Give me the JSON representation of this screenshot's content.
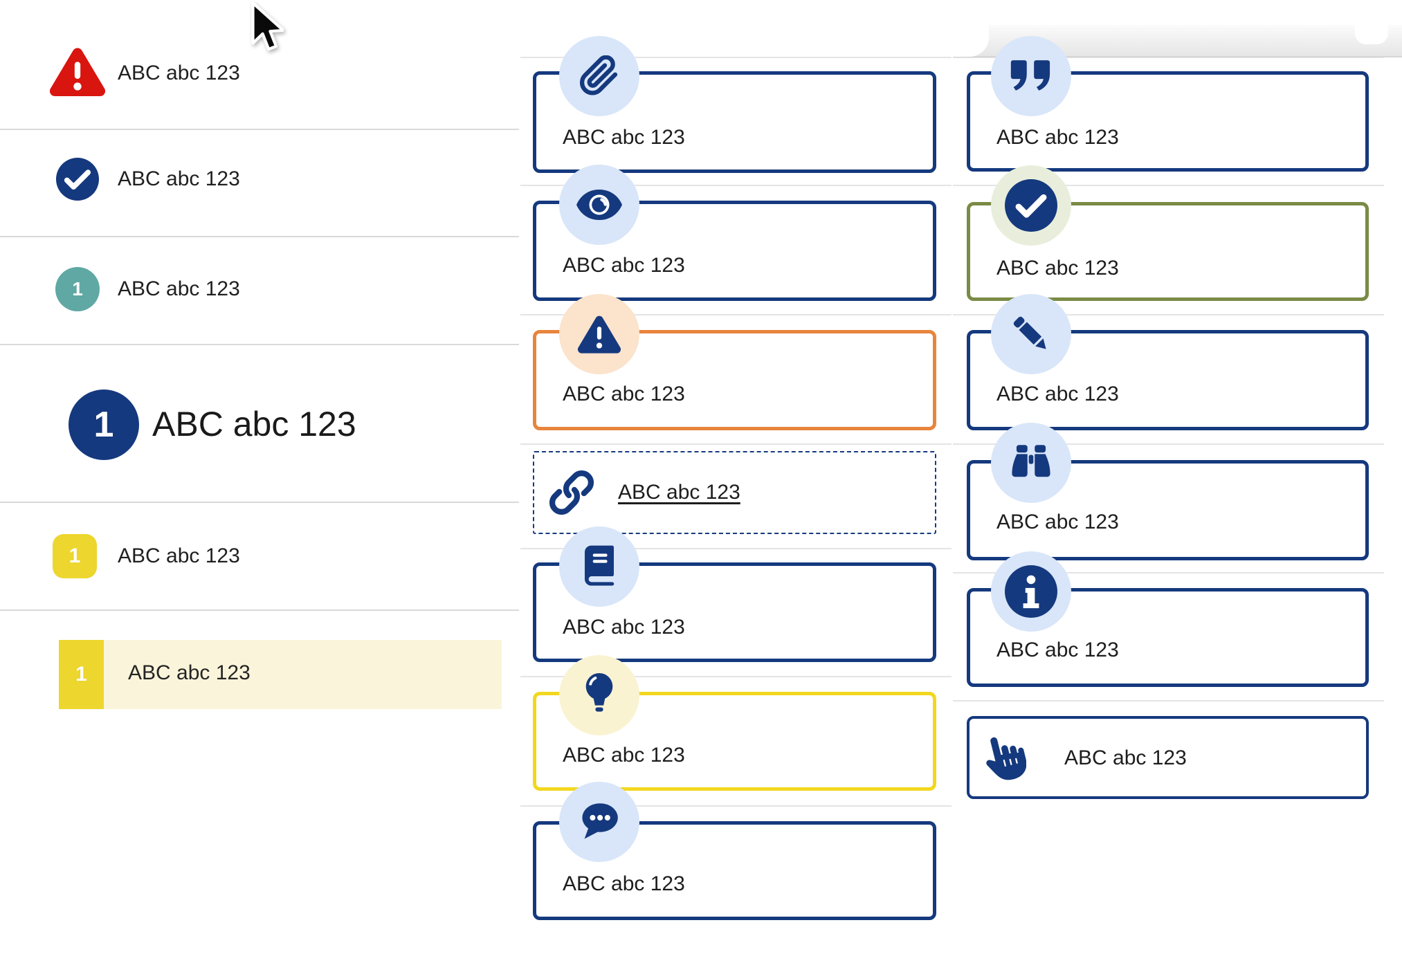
{
  "label_text": "ABC abc 123",
  "colors": {
    "navy": "#15397E",
    "red": "#D9150F",
    "teal": "#5FA8A3",
    "yellow": "#EDD62E",
    "yellow_border": "#F2D71F",
    "pale_yellow_highlight": "#FAF5DA",
    "orange_border": "#E8843C",
    "olive_border": "#7A8B45",
    "icon_circle_blue": "#D9E6F9",
    "icon_circle_peach": "#FBE3CC",
    "icon_circle_pale_yellow": "#FAF3D2",
    "icon_circle_pale_green": "#E8EEDB"
  },
  "left_list": {
    "rows": [
      {
        "id": "alert",
        "icon": "alert-triangle",
        "label": "ABC abc 123"
      },
      {
        "id": "check",
        "icon": "check-circle",
        "label": "ABC abc 123"
      },
      {
        "id": "step-teal",
        "badge": "1",
        "label": "ABC abc 123"
      },
      {
        "id": "step-large",
        "badge": "1",
        "label": "ABC abc 123"
      },
      {
        "id": "step-yellow",
        "badge": "1",
        "label": "ABC abc 123"
      },
      {
        "id": "step-yellow-highlight",
        "badge": "1",
        "label": "ABC abc 123"
      }
    ]
  },
  "middle_callouts": {
    "boxes": [
      {
        "icon": "paperclip",
        "variant": "navy",
        "label": "ABC abc 123"
      },
      {
        "icon": "eye",
        "variant": "navy",
        "label": "ABC abc 123"
      },
      {
        "icon": "warning",
        "variant": "orange",
        "label": "ABC abc 123"
      },
      {
        "icon": "link",
        "variant": "dashed",
        "label": "ABC abc 123"
      },
      {
        "icon": "book",
        "variant": "navy",
        "label": "ABC abc 123"
      },
      {
        "icon": "lightbulb",
        "variant": "yellow",
        "label": "ABC abc 123"
      },
      {
        "icon": "chat",
        "variant": "navy",
        "label": "ABC abc 123"
      }
    ]
  },
  "right_callouts": {
    "boxes": [
      {
        "icon": "quote",
        "variant": "navy",
        "label": "ABC abc 123"
      },
      {
        "icon": "check",
        "variant": "olive",
        "label": "ABC abc 123"
      },
      {
        "icon": "pencil",
        "variant": "navy",
        "label": "ABC abc 123"
      },
      {
        "icon": "binoculars",
        "variant": "navy",
        "label": "ABC abc 123"
      },
      {
        "icon": "info",
        "variant": "navy",
        "label": "ABC abc 123"
      },
      {
        "icon": "hand-pointer",
        "variant": "navy",
        "label": "ABC abc 123"
      }
    ]
  }
}
